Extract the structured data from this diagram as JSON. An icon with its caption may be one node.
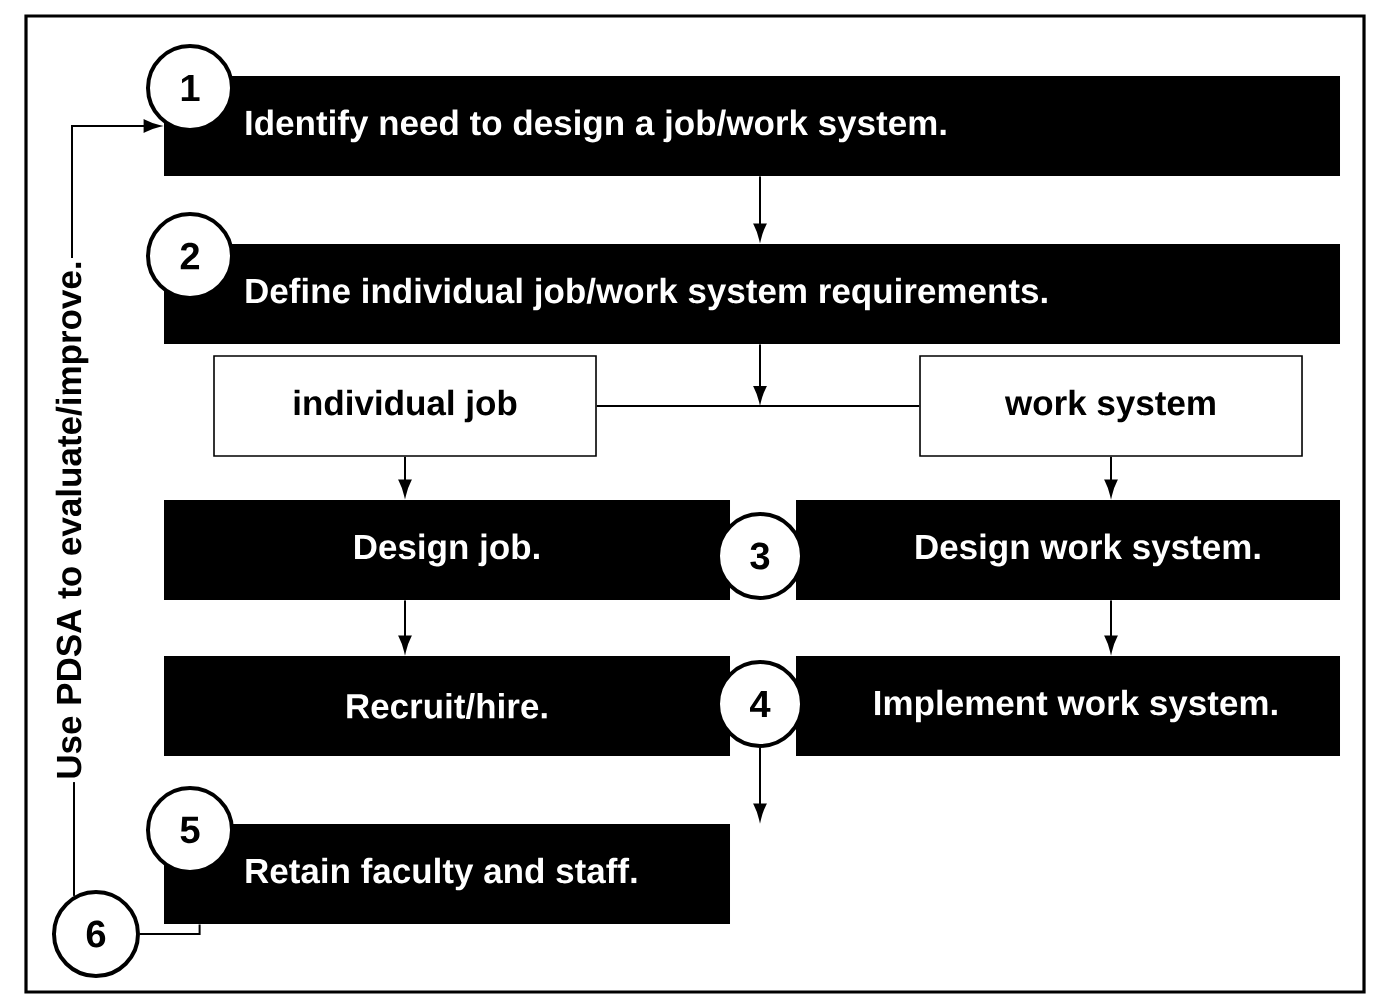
{
  "diagram": {
    "nodes": [
      {
        "text": [
          "1"
        ]
      },
      {
        "text": [
          "Identify need to design a job/work system."
        ]
      },
      {
        "text": [
          "2"
        ]
      },
      {
        "text": [
          "Define individual job/work system requirements."
        ]
      },
      {
        "text": [
          "individual job"
        ]
      },
      {
        "text": [
          "work system"
        ]
      },
      {
        "text": [
          "Design job."
        ]
      },
      {
        "text": [
          "3"
        ]
      },
      {
        "text": [
          "Design work system."
        ]
      },
      {
        "text": [
          "Recruit/hire."
        ]
      },
      {
        "text": [
          "4"
        ]
      },
      {
        "text": [
          "Implement work system."
        ]
      },
      {
        "text": [
          "5"
        ]
      },
      {
        "text": [
          "Retain faculty and staff."
        ]
      },
      {
        "text": [
          "6"
        ]
      },
      {
        "text": [
          "Use PDSA to evaluate/improve."
        ]
      }
    ],
    "edges": [
      {
        "from": 1,
        "to": 3,
        "arrow": "to"
      },
      {
        "from": 3,
        "to": null,
        "arrow": "to"
      },
      {
        "from": 4,
        "to": 5,
        "arrow": "none"
      },
      {
        "from": 4,
        "to": 6,
        "arrow": "to"
      },
      {
        "from": 6,
        "to": 9,
        "arrow": "to"
      },
      {
        "from": 5,
        "to": 8,
        "arrow": "to"
      },
      {
        "from": 8,
        "to": 11,
        "arrow": "to"
      },
      {
        "from": 10,
        "to": 13,
        "arrow": "to"
      },
      {
        "from": 13,
        "to": 14,
        "arrow": "none"
      },
      {
        "from": 14,
        "to": 15,
        "arrow": "none"
      },
      {
        "from": 15,
        "to": 1,
        "arrow": "to"
      }
    ]
  }
}
